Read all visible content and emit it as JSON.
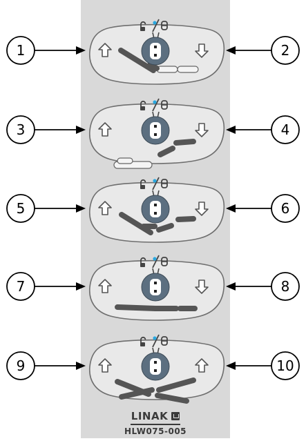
{
  "brand": {
    "logo_text": "LINAK",
    "product_code": "HLW075-005"
  },
  "callouts": [
    {
      "number": "1",
      "side": "left",
      "panel": 0
    },
    {
      "number": "2",
      "side": "right",
      "panel": 0
    },
    {
      "number": "3",
      "side": "left",
      "panel": 1
    },
    {
      "number": "4",
      "side": "right",
      "panel": 1
    },
    {
      "number": "5",
      "side": "left",
      "panel": 2
    },
    {
      "number": "6",
      "side": "right",
      "panel": 2
    },
    {
      "number": "7",
      "side": "left",
      "panel": 3
    },
    {
      "number": "8",
      "side": "right",
      "panel": 3
    },
    {
      "number": "9",
      "side": "left",
      "panel": 4
    },
    {
      "number": "10",
      "side": "right",
      "panel": 4
    }
  ],
  "panels": [
    {
      "id": "panel-1",
      "left_arrow": "up",
      "right_arrow": "down"
    },
    {
      "id": "panel-2",
      "left_arrow": "up",
      "right_arrow": "down"
    },
    {
      "id": "panel-3",
      "left_arrow": "up",
      "right_arrow": "down"
    },
    {
      "id": "panel-4",
      "left_arrow": "up",
      "right_arrow": "down"
    },
    {
      "id": "panel-5",
      "left_arrow": "up",
      "right_arrow": "up"
    }
  ],
  "colors": {
    "strip": "#d9d9d9",
    "panel_fill": "#e9e9e9",
    "panel_stroke": "#6e6e6e",
    "knob": "#5c6f80",
    "knob_inner": "#ffffff",
    "bar": "#555555",
    "indicator": "#2aa8e0",
    "callout": "#000000"
  }
}
